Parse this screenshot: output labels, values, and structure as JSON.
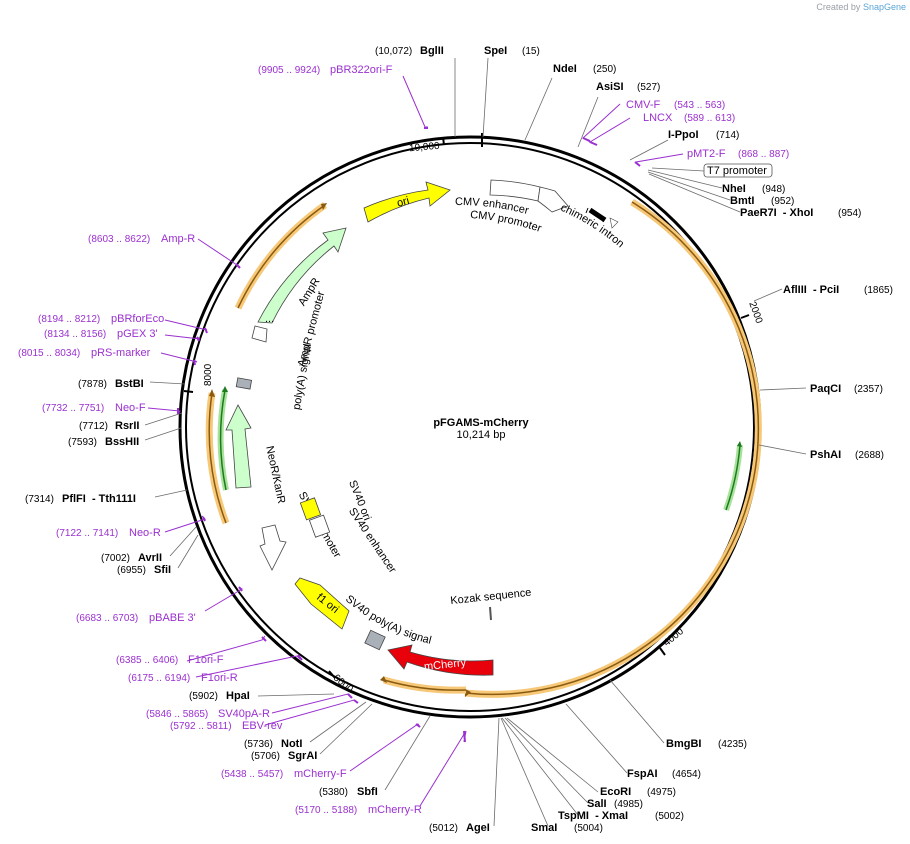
{
  "credit": {
    "prefix": "Created by",
    "brand": "SnapGene"
  },
  "plasmid": {
    "name": "pFGAMS-mCherry",
    "size_label": "10,214 bp",
    "length": 10214
  },
  "ticks": [
    "2000",
    "4000",
    "6000",
    "8000",
    "10,000"
  ],
  "sites": [
    {
      "name": "BglII",
      "pos": "(10,072)"
    },
    {
      "name": "SpeI",
      "pos": "(15)"
    },
    {
      "name": "NdeI",
      "pos": "(250)"
    },
    {
      "name": "AsiSI",
      "pos": "(527)"
    },
    {
      "name": "I-PpoI",
      "pos": "(714)"
    },
    {
      "name": "NheI",
      "pos": "(948)"
    },
    {
      "name": "BmtI",
      "pos": "(952)"
    },
    {
      "name": "PaeR7I  - XhoI",
      "pos": "(954)"
    },
    {
      "name": "AflIII  - PciI",
      "pos": "(1865)"
    },
    {
      "name": "PaqCI",
      "pos": "(2357)"
    },
    {
      "name": "PshAI",
      "pos": "(2688)"
    },
    {
      "name": "BmgBI",
      "pos": "(4235)"
    },
    {
      "name": "FspAI",
      "pos": "(4654)"
    },
    {
      "name": "EcoRI",
      "pos": "(4975)"
    },
    {
      "name": "SalI",
      "pos": "(4985)"
    },
    {
      "name": "TspMI  - XmaI",
      "pos": "(5002)"
    },
    {
      "name": "SmaI",
      "pos": "(5004)"
    },
    {
      "name": "AgeI",
      "pos": "(5012)"
    },
    {
      "name": "SbfI",
      "pos": "(5380)"
    },
    {
      "name": "SgrAI",
      "pos": "(5706)"
    },
    {
      "name": "NotI",
      "pos": "(5736)"
    },
    {
      "name": "HpaI",
      "pos": "(5902)"
    },
    {
      "name": "SfiI",
      "pos": "(6955)"
    },
    {
      "name": "AvrII",
      "pos": "(7002)"
    },
    {
      "name": "PflFI  - Tth111I",
      "pos": "(7314)"
    },
    {
      "name": "BssHII",
      "pos": "(7593)"
    },
    {
      "name": "RsrII",
      "pos": "(7712)"
    },
    {
      "name": "BstBI",
      "pos": "(7878)"
    }
  ],
  "primers": [
    {
      "name": "pBR322ori-F",
      "range": "(9905 .. 9924)"
    },
    {
      "name": "CMV-F",
      "range": "(543 .. 563)"
    },
    {
      "name": "LNCX",
      "range": "(589 .. 613)"
    },
    {
      "name": "pMT2-F",
      "range": "(868 .. 887)"
    },
    {
      "name": "Amp-R",
      "range": "(8603 .. 8622)"
    },
    {
      "name": "pBRforEco",
      "range": "(8194 .. 8212)"
    },
    {
      "name": "pGEX 3'",
      "range": "(8134 .. 8156)"
    },
    {
      "name": "pRS-marker",
      "range": "(8015 .. 8034)"
    },
    {
      "name": "Neo-F",
      "range": "(7732 .. 7751)"
    },
    {
      "name": "Neo-R",
      "range": "(7122 .. 7141)"
    },
    {
      "name": "pBABE 3'",
      "range": "(6683 .. 6703)"
    },
    {
      "name": "F1ori-F",
      "range": "(6385 .. 6406)"
    },
    {
      "name": "F1ori-R",
      "range": "(6175 .. 6194)"
    },
    {
      "name": "SV40pA-R",
      "range": "(5846 .. 5865)"
    },
    {
      "name": "EBV-rev",
      "range": "(5792 .. 5811)"
    },
    {
      "name": "mCherry-F",
      "range": "(5438 .. 5457)"
    },
    {
      "name": "mCherry-R",
      "range": "(5170 .. 5188)"
    }
  ],
  "features": {
    "t7": "T7 promoter",
    "ori": "ori",
    "cmv_enhancer": "CMV enhancer",
    "cmv_promoter": "CMV promoter",
    "chimeric_intron": "chimeric intron",
    "ampr": "AmpR",
    "ampr_promoter": "AmpR promoter",
    "polya": "poly(A) signal",
    "neor": "NeoR/KanR",
    "sv40_promoter": "SV40 promoter",
    "sv40_ori": "SV40 ori",
    "sv40_enhancer": "SV40 enhancer",
    "f1_ori": "f1 ori",
    "sv40_polya": "SV40 poly(A) signal",
    "mcherry": "mCherry",
    "kozak": "Kozak sequence",
    "dots": "..."
  },
  "colors": {
    "mcherry": "#e8000b",
    "ori": "#ffff00",
    "ampr": "#ccffcc",
    "orf": "#f0a020",
    "orf_inner": "#e09318",
    "green_orf": "#2aa02a",
    "primer": "#9b30d0",
    "polya": "#a9b0b8"
  }
}
